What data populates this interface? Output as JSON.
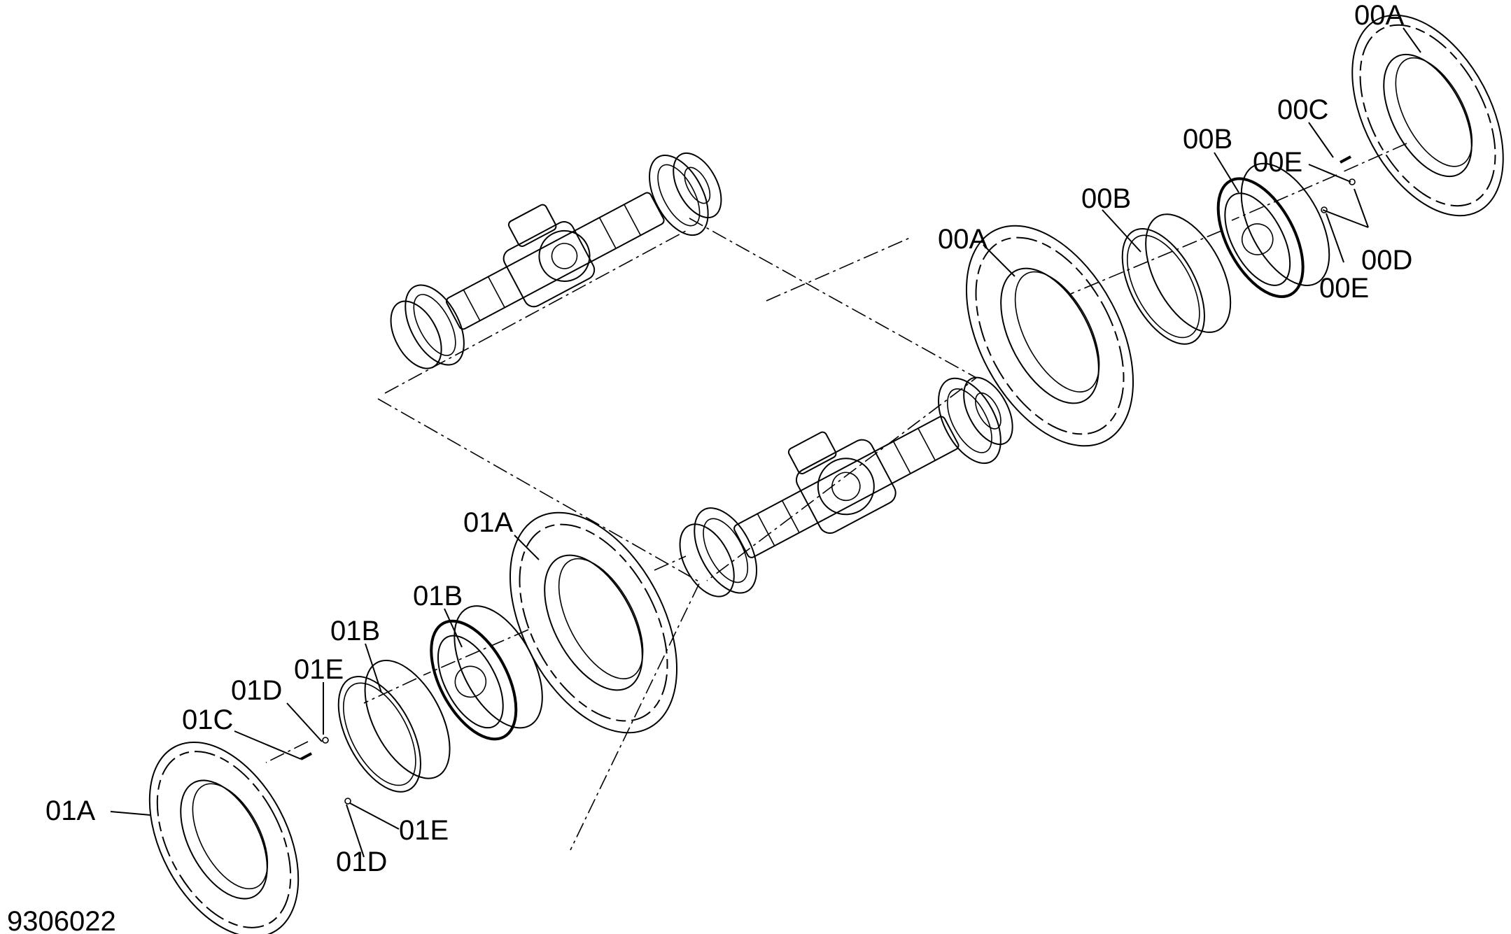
{
  "drawing_number": "9306022",
  "callouts": {
    "a00_top": "00A",
    "c00": "00C",
    "b00_right": "00B",
    "e00_top": "00E",
    "b00_left": "00B",
    "a00_mid": "00A",
    "d00": "00D",
    "e00_bottom": "00E",
    "a01_upper": "01A",
    "b01_right": "01B",
    "b01_left": "01B",
    "e01_top": "01E",
    "d01_top": "01D",
    "c01": "01C",
    "a01_lower": "01A",
    "e01_bottom": "01E",
    "d01_bottom": "01D"
  }
}
